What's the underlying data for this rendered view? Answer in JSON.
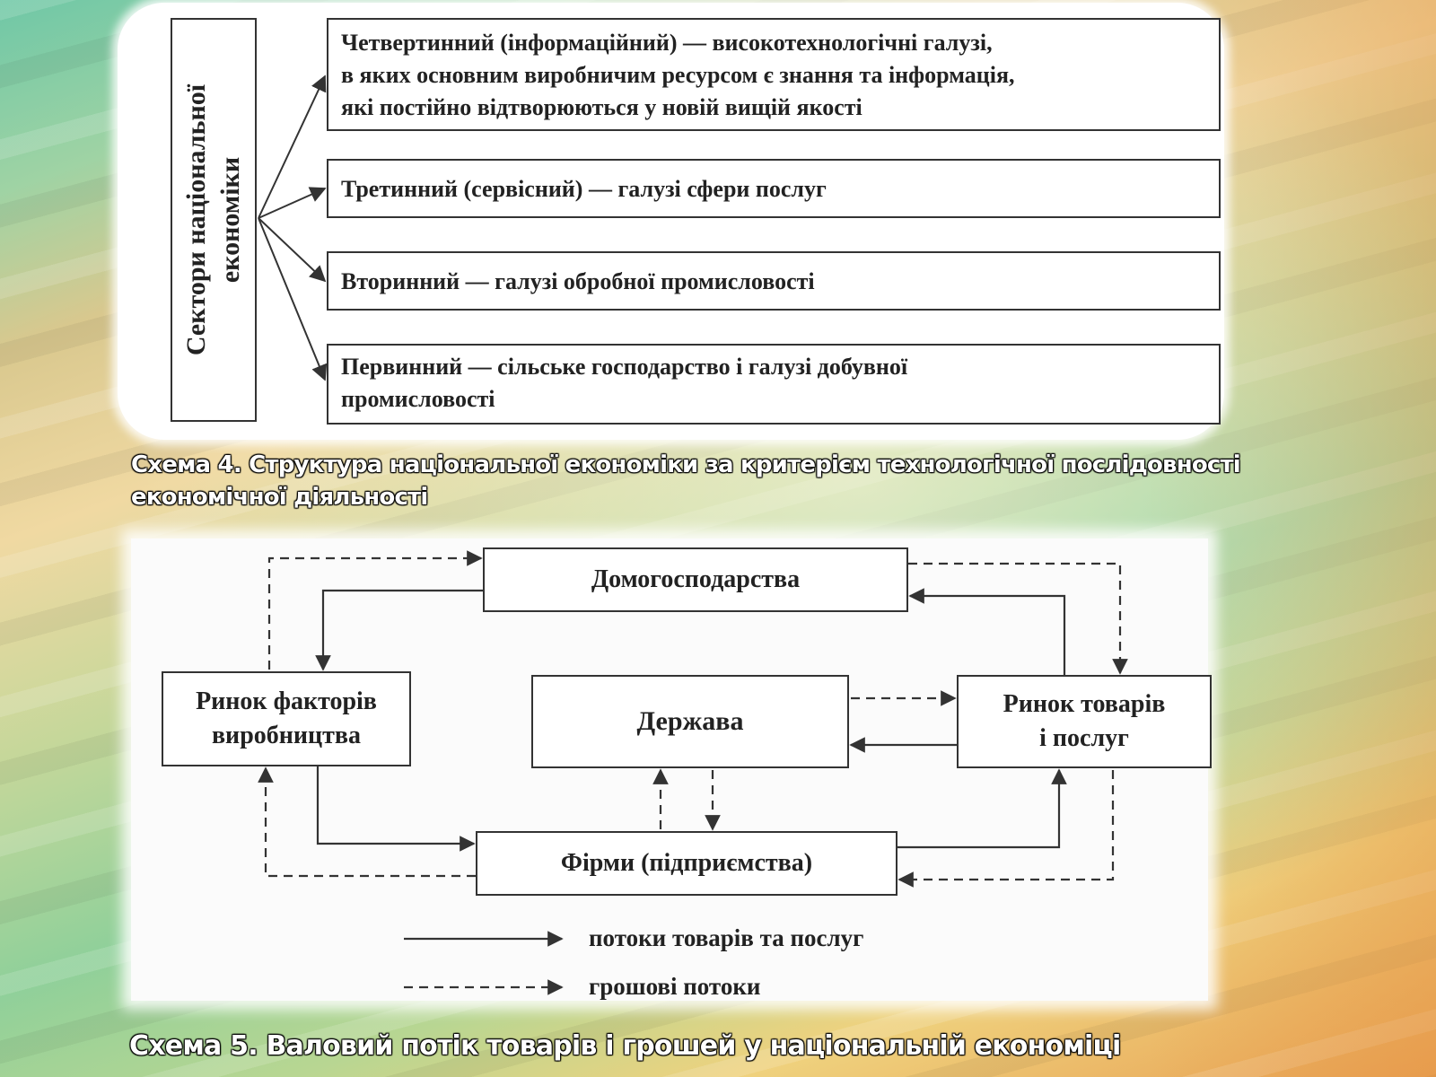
{
  "schema4": {
    "vertical_label": "Сектори національної\nекономіки",
    "sectors": [
      {
        "text": "Четвертинний (інформаційний) — високотехнологічні галузі,\nв яких основним виробничим ресурсом є знання та інформація,\nякі постійно відтворюються у новій вищій якості"
      },
      {
        "text": "Третинний (сервісний) — галузі сфери послуг"
      },
      {
        "text": "Вторинний — галузі обробної промисловості"
      },
      {
        "text": "Первинний — сільське господарство і галузі добувної\nпромисловості"
      }
    ],
    "caption": "Схема  4. Структура національної економіки за критерієм технологічної послідовності\nекономічної діяльності"
  },
  "schema5": {
    "nodes": {
      "households": "Домогосподарства",
      "factor_market": "Ринок факторів\nвиробництва",
      "state": "Держава",
      "goods_market": "Ринок товарів\nі послуг",
      "firms": "Фірми (підприємства)"
    },
    "legend": {
      "solid": "потоки товарів та послуг",
      "dashed": "грошові потоки"
    },
    "caption": "Схема  5. Валовий потік товарів і грошей у національній економіці"
  },
  "colors": {
    "line": "#333333",
    "caption_text": "#ffffff",
    "caption_outline": "#000000"
  }
}
